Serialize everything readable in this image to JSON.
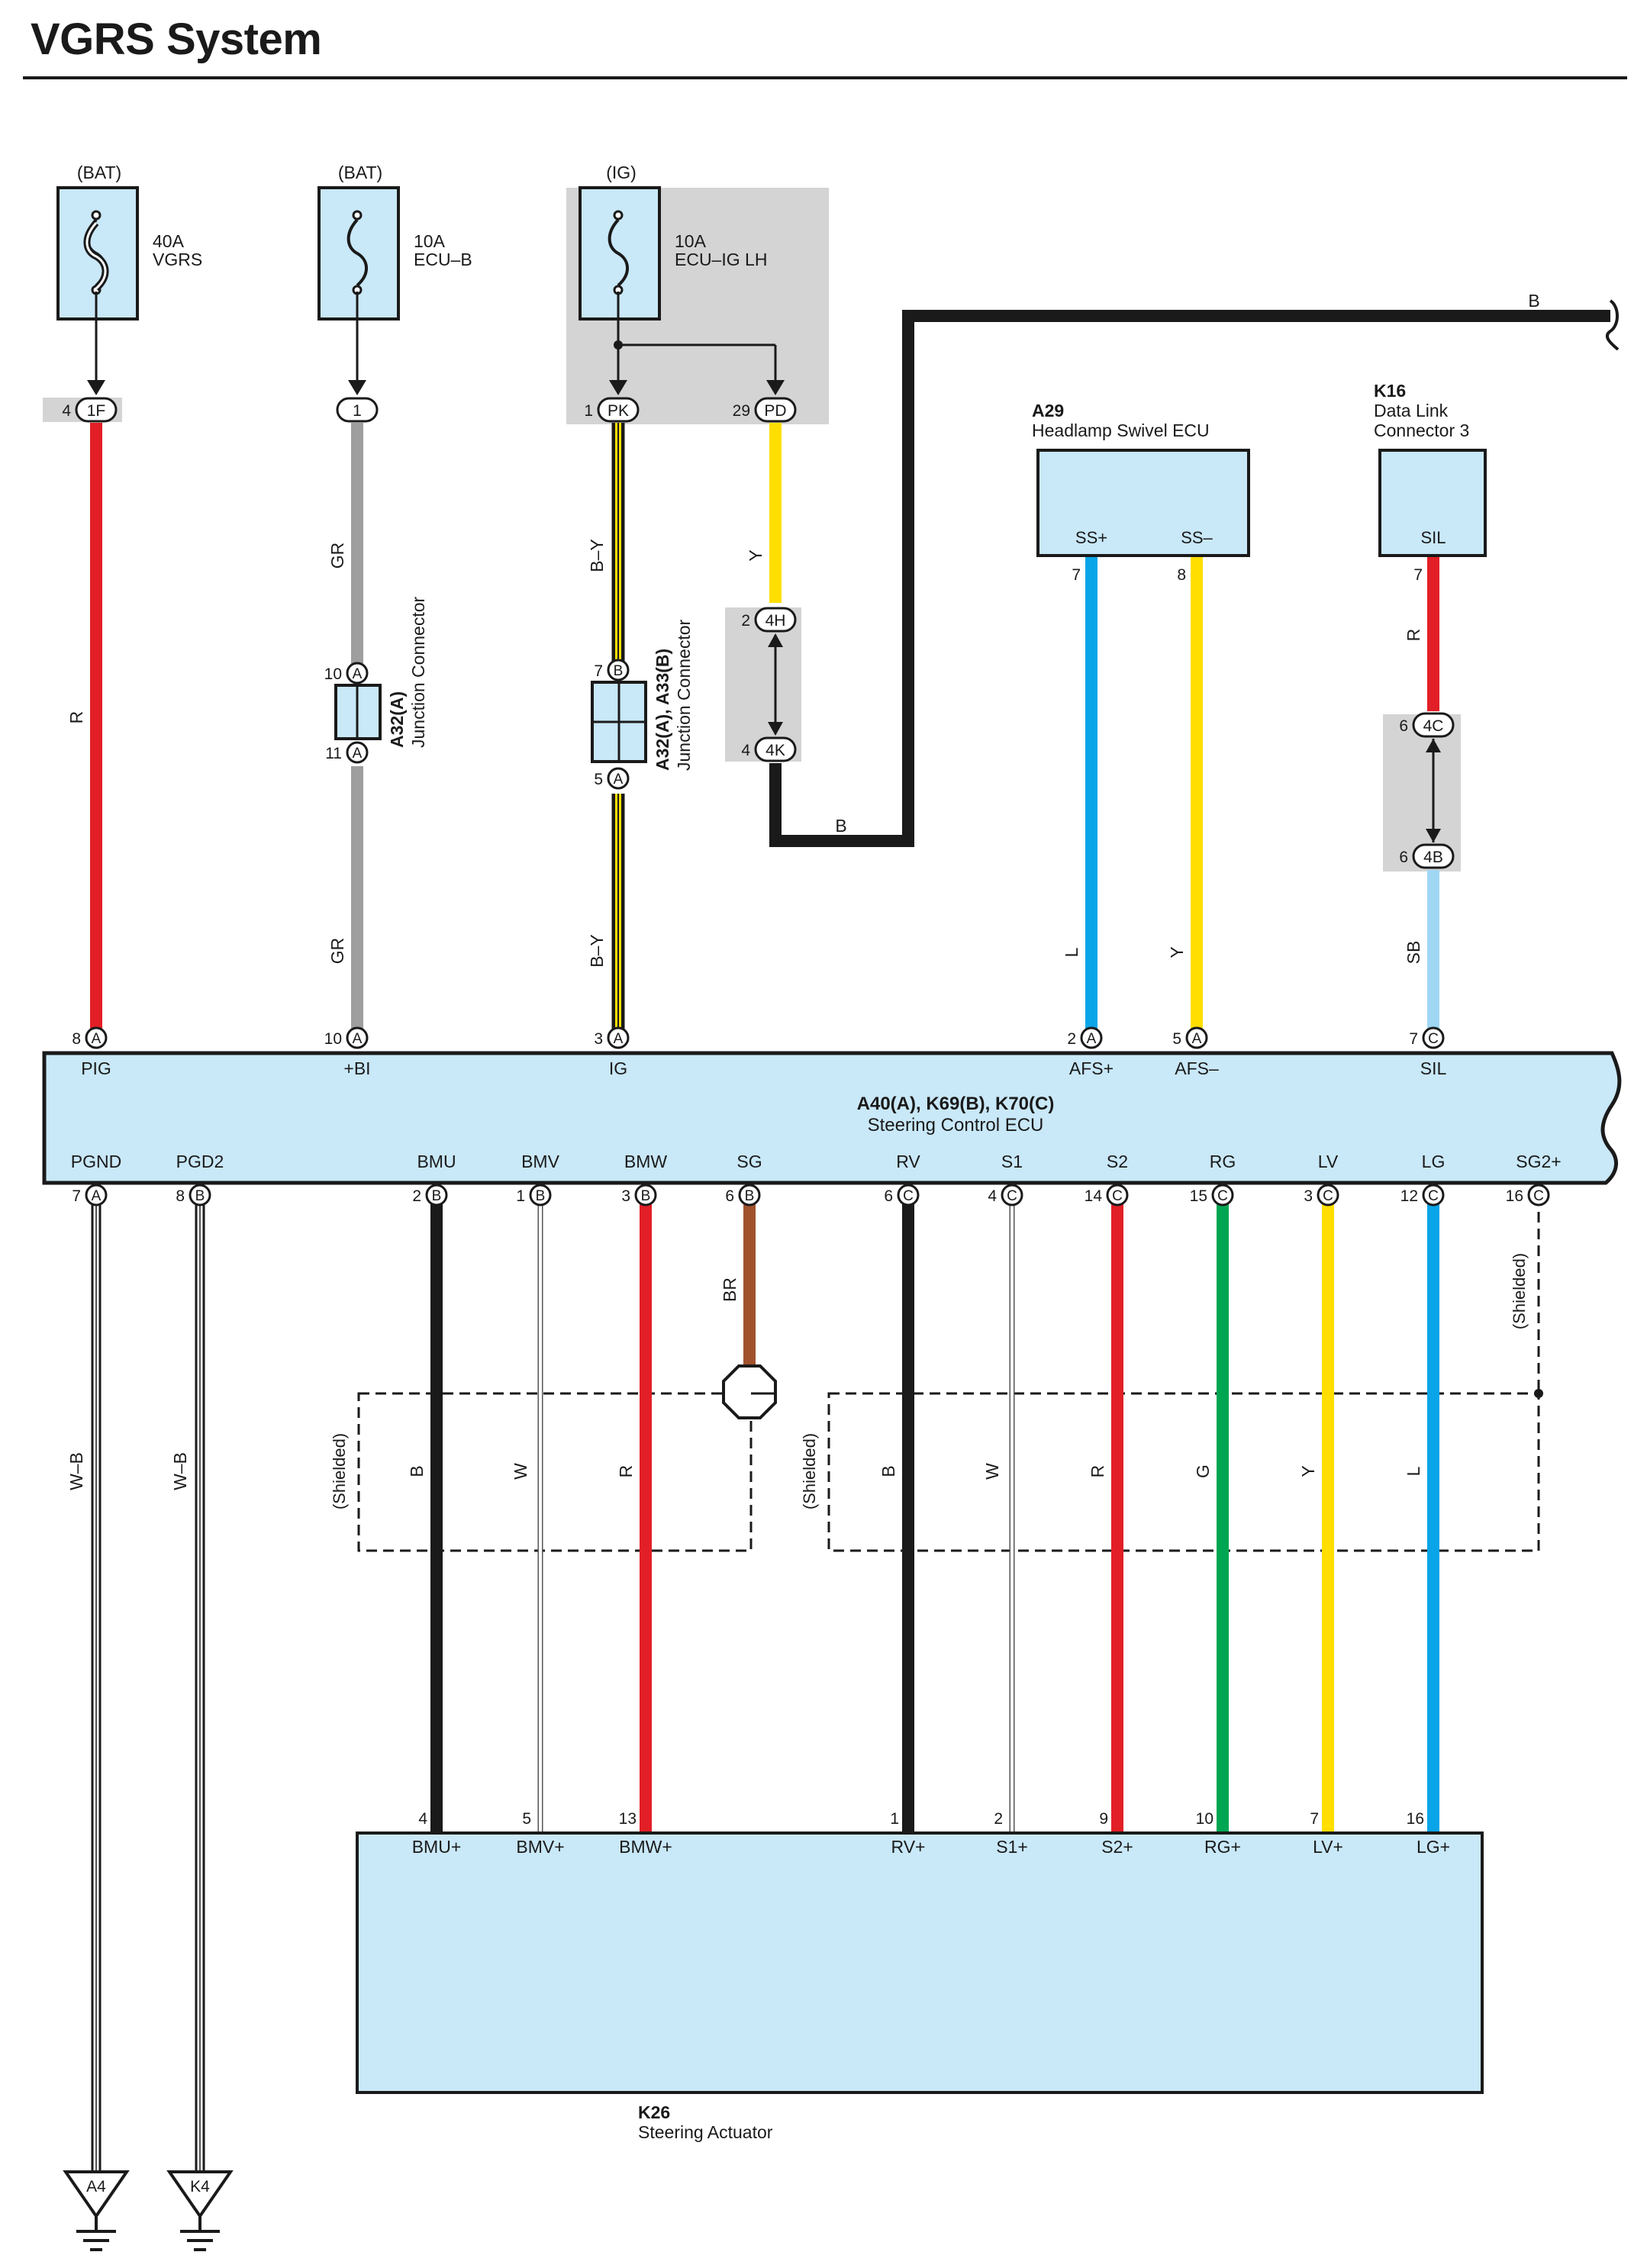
{
  "title": "VGRS System",
  "colors": {
    "ecu_fill": "#c9e8f8",
    "shade": "#d4d4d4",
    "R": "#e21f26",
    "GR": "#9e9e9e",
    "Y": "#ffde00",
    "B": "#1a1a1a",
    "L": "#0aa5e8",
    "SB": "#9fd7f4",
    "BR": "#a0522d",
    "G": "#00a651",
    "W": "#ffffff",
    "BY_stripe": "#ffde00"
  },
  "fuses": [
    {
      "id": "vgrs",
      "source": "(BAT)",
      "rating": "40A",
      "name": "VGRS"
    },
    {
      "id": "ecub",
      "source": "(BAT)",
      "rating": "10A",
      "name": "ECU–B"
    },
    {
      "id": "ecuig",
      "source": "(IG)",
      "rating": "10A",
      "name": "ECU–IG LH"
    }
  ],
  "junction_pins": [
    {
      "id": "1f",
      "num": "4",
      "code": "1F"
    },
    {
      "id": "j1",
      "num": "",
      "code": "1"
    },
    {
      "id": "pk",
      "num": "1",
      "code": "PK"
    },
    {
      "id": "pd",
      "num": "29",
      "code": "PD"
    }
  ],
  "wire_labels": {
    "pig_r": "R",
    "bi_gr_top": "GR",
    "bi_gr_bot": "GR",
    "ig_by_top": "B–Y",
    "ig_by_bot": "B–Y",
    "pd_y": "Y",
    "b_low": "B",
    "b_top": "B",
    "afsp_l": "L",
    "afsm_y": "Y",
    "sil_r": "R",
    "sil_sb": "SB",
    "pgnd_wb": "W–B",
    "pgd2_wb": "W–B",
    "sg_br": "BR",
    "bmu_b": "B",
    "bmv_w": "W",
    "bmw_r": "R",
    "rv_b": "B",
    "s1_w": "W",
    "s2_r": "R",
    "rg_g": "G",
    "lv_y": "Y",
    "lg_l": "L"
  },
  "shielded_label": "(Shielded)",
  "inline_connectors": [
    {
      "id": "a32",
      "top_num": "10",
      "top_code": "A",
      "bot_num": "11",
      "bot_code": "A",
      "ref": "A32(A)",
      "desc": "Junction Connector"
    },
    {
      "id": "a33",
      "top_num": "7",
      "top_code": "B",
      "bot_num": "5",
      "bot_code": "A",
      "ref": "A32(A), A33(B)",
      "desc": "Junction Connector"
    },
    {
      "id": "h4",
      "top_num": "2",
      "top_code": "4H",
      "bot_num": "4",
      "bot_code": "4K"
    },
    {
      "id": "c4",
      "top_num": "6",
      "top_code": "4C",
      "bot_num": "6",
      "bot_code": "4B"
    }
  ],
  "a29": {
    "ref": "A29",
    "name": "Headlamp Swivel ECU",
    "pins": [
      {
        "label": "SS+",
        "num": "7"
      },
      {
        "label": "SS–",
        "num": "8"
      }
    ]
  },
  "k16": {
    "ref": "K16",
    "name_line1": "Data Link",
    "name_line2": "Connector 3",
    "pins": [
      {
        "label": "SIL",
        "num": "7"
      }
    ]
  },
  "ecu": {
    "ref": "A40(A), K69(B), K70(C)",
    "name": "Steering Control ECU",
    "top_pins": [
      {
        "label": "PIG",
        "num": "8",
        "code": "A"
      },
      {
        "label": "+BI",
        "num": "10",
        "code": "A"
      },
      {
        "label": "IG",
        "num": "3",
        "code": "A"
      },
      {
        "label": "AFS+",
        "num": "2",
        "code": "A"
      },
      {
        "label": "AFS–",
        "num": "5",
        "code": "A"
      },
      {
        "label": "SIL",
        "num": "7",
        "code": "C"
      }
    ],
    "bottom_pins": [
      {
        "label": "PGND",
        "num": "7",
        "code": "A"
      },
      {
        "label": "PGD2",
        "num": "8",
        "code": "B"
      },
      {
        "label": "BMU",
        "num": "2",
        "code": "B"
      },
      {
        "label": "BMV",
        "num": "1",
        "code": "B"
      },
      {
        "label": "BMW",
        "num": "3",
        "code": "B"
      },
      {
        "label": "SG",
        "num": "6",
        "code": "B"
      },
      {
        "label": "RV",
        "num": "6",
        "code": "C"
      },
      {
        "label": "S1",
        "num": "4",
        "code": "C"
      },
      {
        "label": "S2",
        "num": "14",
        "code": "C"
      },
      {
        "label": "RG",
        "num": "15",
        "code": "C"
      },
      {
        "label": "LV",
        "num": "3",
        "code": "C"
      },
      {
        "label": "LG",
        "num": "12",
        "code": "C"
      },
      {
        "label": "SG2+",
        "num": "16",
        "code": "C"
      }
    ]
  },
  "actuator": {
    "ref": "K26",
    "name": "Steering Actuator",
    "pins": [
      {
        "label": "BMU+",
        "num": "4"
      },
      {
        "label": "BMV+",
        "num": "5"
      },
      {
        "label": "BMW+",
        "num": "13"
      },
      {
        "label": "RV+",
        "num": "1"
      },
      {
        "label": "S1+",
        "num": "2"
      },
      {
        "label": "S2+",
        "num": "9"
      },
      {
        "label": "RG+",
        "num": "10"
      },
      {
        "label": "LV+",
        "num": "7"
      },
      {
        "label": "LG+",
        "num": "16"
      }
    ]
  },
  "grounds": [
    {
      "code": "A4"
    },
    {
      "code": "K4"
    }
  ]
}
